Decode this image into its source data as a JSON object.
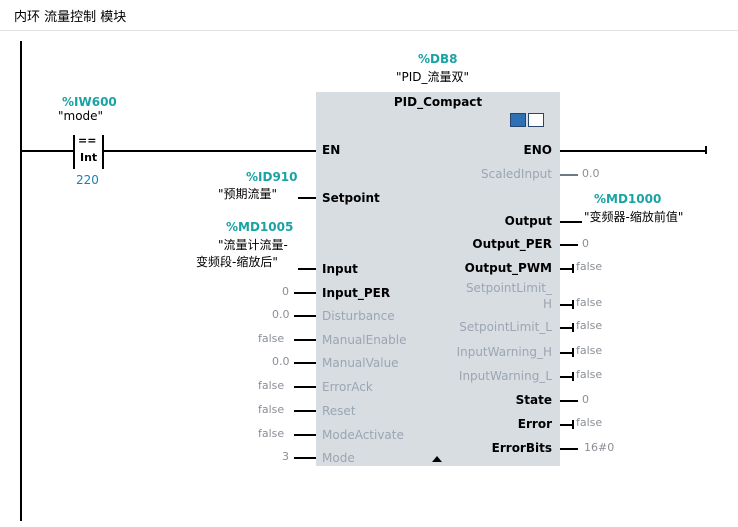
{
  "network_title": "内环 流量控制 模块",
  "contact": {
    "address": "%IW600",
    "symbol": "\"mode\"",
    "op": "==",
    "type": "Int",
    "value": "220"
  },
  "block": {
    "instance_address": "%DB8",
    "instance_name": "\"PID_流量双\"",
    "type_name": "PID_Compact",
    "icons": [
      "block-view-icon",
      "parameter-tool-icon"
    ]
  },
  "inputs": {
    "en": "EN",
    "setpoint": {
      "name": "Setpoint",
      "address": "%ID910",
      "symbol": "\"预期流量\""
    },
    "input": {
      "name": "Input",
      "address": "%MD1005",
      "symbol_line1": "\"流量计流量-",
      "symbol_line2": "变频段-缩放后\""
    },
    "input_per": {
      "name": "Input_PER",
      "value": "0"
    },
    "disturbance": {
      "name": "Disturbance",
      "value": "0.0"
    },
    "manual_enable": {
      "name": "ManualEnable",
      "value": "false"
    },
    "manual_value": {
      "name": "ManualValue",
      "value": "0.0"
    },
    "error_ack": {
      "name": "ErrorAck",
      "value": "false"
    },
    "reset": {
      "name": "Reset",
      "value": "false"
    },
    "mode_activate": {
      "name": "ModeActivate",
      "value": "false"
    },
    "mode": {
      "name": "Mode",
      "value": "3"
    }
  },
  "outputs": {
    "eno": "ENO",
    "scaled_input": {
      "name": "ScaledInput",
      "value": "0.0"
    },
    "output": {
      "name": "Output",
      "address": "%MD1000",
      "symbol": "\"变频器-缩放前值\""
    },
    "output_per": {
      "name": "Output_PER",
      "value": "0"
    },
    "output_pwm": {
      "name": "Output_PWM",
      "value": "false"
    },
    "setpoint_limit_h": {
      "name_line1": "SetpointLimit_",
      "name_line2": "H",
      "value": "false"
    },
    "setpoint_limit_l": {
      "name": "SetpointLimit_L",
      "value": "false"
    },
    "input_warning_h": {
      "name": "InputWarning_H",
      "value": "false"
    },
    "input_warning_l": {
      "name": "InputWarning_L",
      "value": "false"
    },
    "state": {
      "name": "State",
      "value": "0"
    },
    "error": {
      "name": "Error",
      "value": "false"
    },
    "error_bits": {
      "name": "ErrorBits",
      "value": "16#0"
    }
  }
}
